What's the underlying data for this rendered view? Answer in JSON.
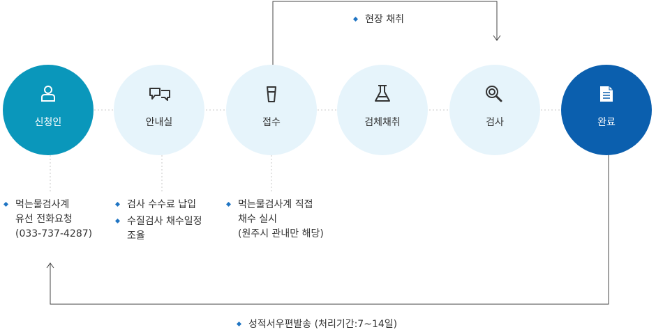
{
  "colors": {
    "teal": "#0a97bb",
    "light": "#e6f4fb",
    "dark": "#0b5fae",
    "line": "#444444",
    "dot": "#c8c8c8",
    "bullet": "#1f74c3"
  },
  "steps": [
    {
      "label": "신청인",
      "icon": "person-icon"
    },
    {
      "label": "안내실",
      "icon": "speech-bubbles-icon"
    },
    {
      "label": "접수",
      "icon": "glass-icon"
    },
    {
      "label": "검체채취",
      "icon": "flask-icon"
    },
    {
      "label": "검사",
      "icon": "magnifier-icon"
    },
    {
      "label": "완료",
      "icon": "document-icon"
    }
  ],
  "top_note": "현장 채취",
  "bottom_note": "성적서우편발송 (처리기간:7~14일)",
  "notes": {
    "applicant": [
      "먹는물검사계",
      "유선 전화요청",
      "(033-737-4287)"
    ],
    "guide1": [
      "검사 수수료 납입"
    ],
    "guide2": [
      "수질검사 채수일정",
      "조율"
    ],
    "reception": [
      "먹는물검사계 직접",
      "채수 실시",
      "(원주시 관내만 해당)"
    ]
  }
}
